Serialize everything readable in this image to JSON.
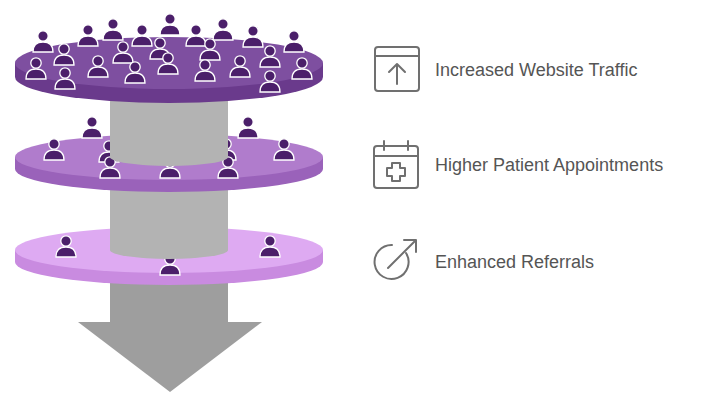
{
  "diagram": {
    "labels": [
      "Increased Website Traffic",
      "Higher Patient Appointments",
      "Enhanced Referrals"
    ]
  }
}
